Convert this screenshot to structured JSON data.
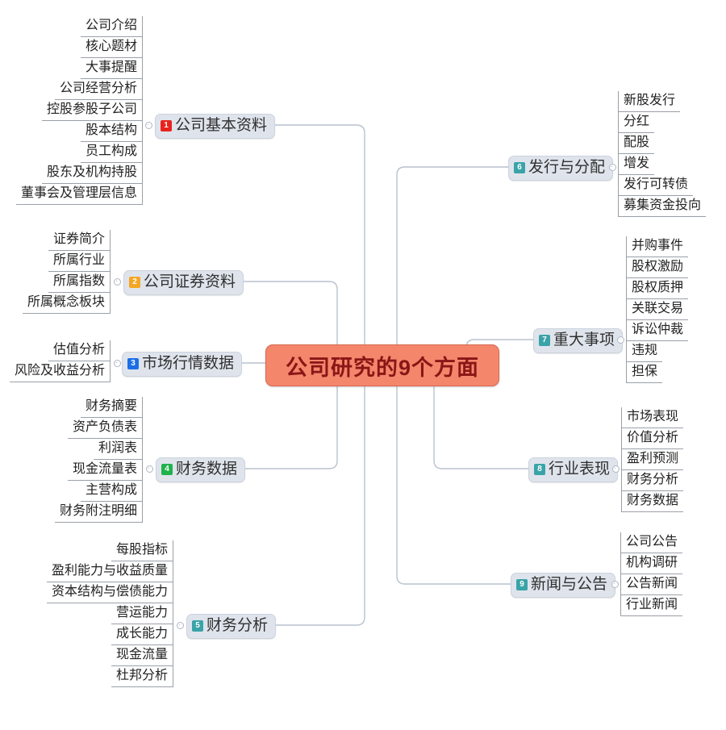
{
  "diagram": {
    "type": "mind-map",
    "center": {
      "label": "公司研究的9个方面"
    },
    "colors": {
      "center_fill": "#f4866c",
      "center_text": "#8a1616",
      "branch_fill": "#dfe4ec",
      "connector": "#b9c2ce",
      "leaf_rule": "#9aa0a8"
    },
    "branches": [
      {
        "number": "1",
        "label": "公司基本资料",
        "badge_color": "#e8231d",
        "side": "left",
        "leaves": [
          "公司介绍",
          "核心题材",
          "大事提醒",
          "公司经营分析",
          "控股参股子公司",
          "股本结构",
          "员工构成",
          "股东及机构持股",
          "董事会及管理层信息"
        ]
      },
      {
        "number": "2",
        "label": "公司证券资料",
        "badge_color": "#f5a623",
        "side": "left",
        "leaves": [
          "证券简介",
          "所属行业",
          "所属指数",
          "所属概念板块"
        ]
      },
      {
        "number": "3",
        "label": "市场行情数据",
        "badge_color": "#1c6ee8",
        "side": "left",
        "leaves": [
          "估值分析",
          "风险及收益分析"
        ]
      },
      {
        "number": "4",
        "label": "财务数据",
        "badge_color": "#20b24c",
        "side": "left",
        "leaves": [
          "财务摘要",
          "资产负债表",
          "利润表",
          "现金流量表",
          "主营构成",
          "财务附注明细"
        ]
      },
      {
        "number": "5",
        "label": "财务分析",
        "badge_color": "#3aa3a8",
        "side": "left",
        "leaves": [
          "每股指标",
          "盈利能力与收益质量",
          "资本结构与偿债能力",
          "营运能力",
          "成长能力",
          "现金流量",
          "杜邦分析"
        ]
      },
      {
        "number": "6",
        "label": "发行与分配",
        "badge_color": "#3aa3a8",
        "side": "right",
        "leaves": [
          "新股发行",
          "分红",
          "配股",
          "增发",
          "发行可转债",
          "募集资金投向"
        ]
      },
      {
        "number": "7",
        "label": "重大事项",
        "badge_color": "#3aa3a8",
        "side": "right",
        "leaves": [
          "并购事件",
          "股权激励",
          "股权质押",
          "关联交易",
          "诉讼仲裁",
          "违规",
          "担保"
        ]
      },
      {
        "number": "8",
        "label": "行业表现",
        "badge_color": "#3aa3a8",
        "side": "right",
        "leaves": [
          "市场表现",
          "价值分析",
          "盈利预测",
          "财务分析",
          "财务数据"
        ]
      },
      {
        "number": "9",
        "label": "新闻与公告",
        "badge_color": "#3aa3a8",
        "side": "right",
        "leaves": [
          "公司公告",
          "机构调研",
          "公告新闻",
          "行业新闻"
        ]
      }
    ]
  }
}
